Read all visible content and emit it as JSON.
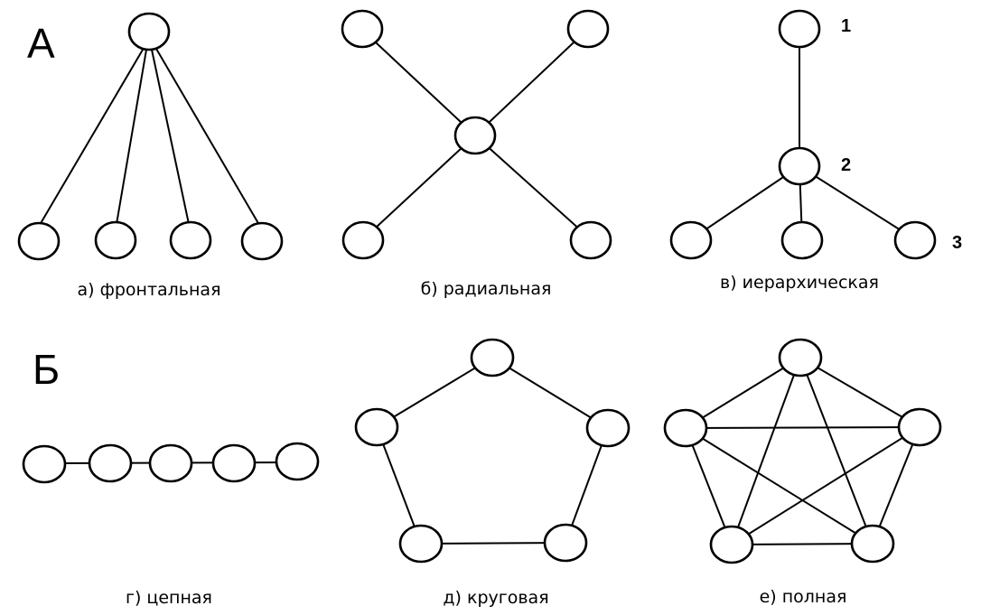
{
  "sections": {
    "a": "А",
    "b": "Б"
  },
  "captions": {
    "frontal": "а) фронтальная",
    "radial": "б) радиальная",
    "hierarchical": "в) иерархическая",
    "chain": "г) цепная",
    "circular": "д) круговая",
    "full": "е) полная"
  },
  "hierarchy_levels": [
    "1",
    "2",
    "3"
  ]
}
